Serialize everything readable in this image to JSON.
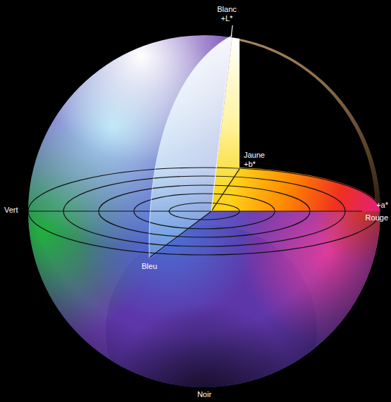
{
  "diagram": {
    "labels": [
      "Blanc",
      "+L*",
      "Jaune",
      "+b*",
      "Vert",
      "+a*",
      "Rouge",
      "Bleu",
      "Noir"
    ]
  }
}
